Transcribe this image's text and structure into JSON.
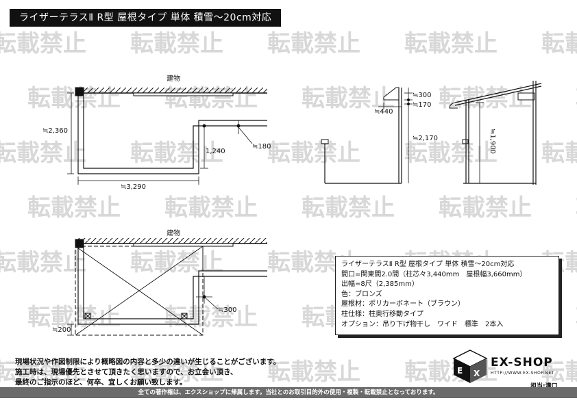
{
  "title": "ライザーテラスⅡ R型 屋根タイプ 単体 積雪～20cm対応",
  "watermark": "転載禁止",
  "plan_top": {
    "building_label": "建物",
    "dim_depth": "≒2,360",
    "dim_width": "≒3,290",
    "dim_step": "1,240",
    "dim_offset": "≒180"
  },
  "plan_bottom": {
    "building_label": "建物",
    "dim_overhang": "≒300",
    "dim_left": "≒200"
  },
  "section": {
    "dim_300": "≒300",
    "dim_170": "≒170",
    "dim_440": "≒440",
    "dim_2170": "≒2,170",
    "dim_1900": "≒1,900"
  },
  "info": {
    "line1": "ライザーテラスⅡ R型 屋根タイプ 単体 積雪～20cm対応",
    "line2": "間口=関東間2.0間（柱芯々3,440mm　屋根幅3,660mm）",
    "line3": "出幅=8尺（2,385mm）",
    "line4": "色：ブロンズ",
    "line5": "屋根材：ポリカーボネート（ブラウン）",
    "line6": "柱仕様：柱奥行移動タイプ",
    "line7": "オプション：吊り下げ物干し　ワイド　標準　2本入"
  },
  "notes": {
    "line1": "現場状況や作図制限により概略図の内容と多少の違いが生じることがございます。",
    "line2": "施工時は、現場優先とさせて頂きたく思いますので、お立会い頂き、",
    "line3": "最終のご指示のほど、何卒、宜しくお願い致します。"
  },
  "logo": {
    "name": "EX-SHOP",
    "url": "HTTP://WWW.EX-SHOP.NET",
    "staff": "担当:溝口"
  },
  "footer": "全ての著作権は、エクスショップに帰属します。当社とのお取引目的外の使用・複製・転載禁止となっております。",
  "colors": {
    "ink": "#111111",
    "watermark": "#d8d8d8",
    "footer_bg": "#6b6b6b"
  }
}
